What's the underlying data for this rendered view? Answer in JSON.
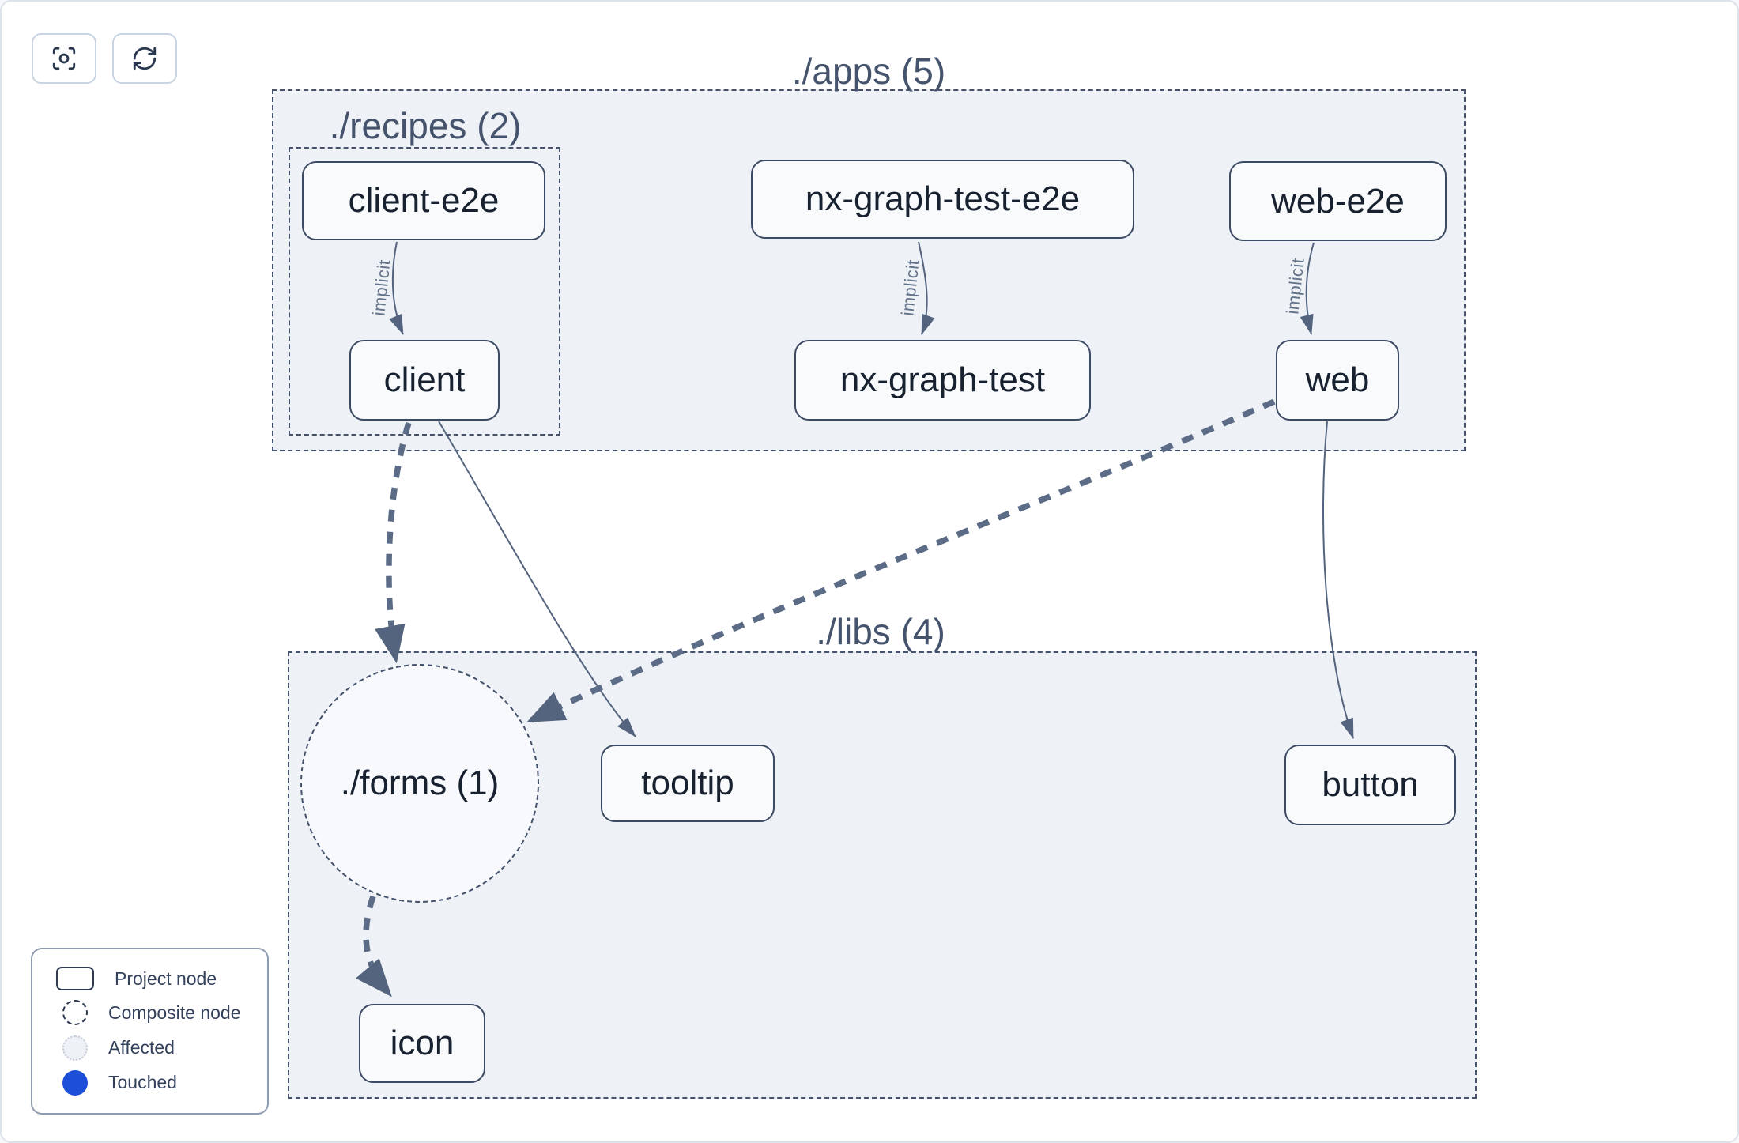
{
  "toolbar": {
    "buttons": [
      {
        "icon": "focus-crosshair-icon"
      },
      {
        "icon": "refresh-icon"
      }
    ]
  },
  "groups": {
    "apps": {
      "label": "./apps (5)"
    },
    "recipes": {
      "label": "./recipes (2)"
    },
    "libs": {
      "label": "./libs (4)"
    },
    "forms": {
      "label": "./forms (1)"
    }
  },
  "nodes": {
    "client_e2e": {
      "label": "client-e2e"
    },
    "nx_graph_test_e2e": {
      "label": "nx-graph-test-e2e"
    },
    "web_e2e": {
      "label": "web-e2e"
    },
    "client": {
      "label": "client"
    },
    "nx_graph_test": {
      "label": "nx-graph-test"
    },
    "web": {
      "label": "web"
    },
    "tooltip": {
      "label": "tooltip"
    },
    "button": {
      "label": "button"
    },
    "icon": {
      "label": "icon"
    }
  },
  "edges": [
    {
      "source": "client-e2e",
      "target": "client",
      "label": "implicit",
      "style": "implicit-thin"
    },
    {
      "source": "nx-graph-test-e2e",
      "target": "nx-graph-test",
      "label": "implicit",
      "style": "implicit-thin"
    },
    {
      "source": "web-e2e",
      "target": "web",
      "label": "implicit",
      "style": "implicit-thin"
    },
    {
      "source": "client",
      "target": "./forms (1)",
      "label": "",
      "style": "thick-dashed"
    },
    {
      "source": "client",
      "target": "tooltip",
      "label": "",
      "style": "thin-solid"
    },
    {
      "source": "web",
      "target": "./forms (1)",
      "label": "",
      "style": "thick-dashed"
    },
    {
      "source": "web",
      "target": "button",
      "label": "",
      "style": "thin-solid"
    },
    {
      "source": "./forms (1)",
      "target": "icon",
      "label": "",
      "style": "thick-dashed"
    }
  ],
  "legend": {
    "items": [
      {
        "label": "Project node",
        "swatch": "project-node"
      },
      {
        "label": "Composite node",
        "swatch": "composite-node"
      },
      {
        "label": "Affected",
        "swatch": "affected"
      },
      {
        "label": "Touched",
        "swatch": "touched"
      }
    ]
  },
  "colors": {
    "touched_blue": "#1d4ed8",
    "affected_fill": "#eef1f6",
    "group_fill": "#eef1f6",
    "node_fill": "#f8fafc",
    "edge_slate": "#54647e",
    "dash_border": "#44526c"
  }
}
